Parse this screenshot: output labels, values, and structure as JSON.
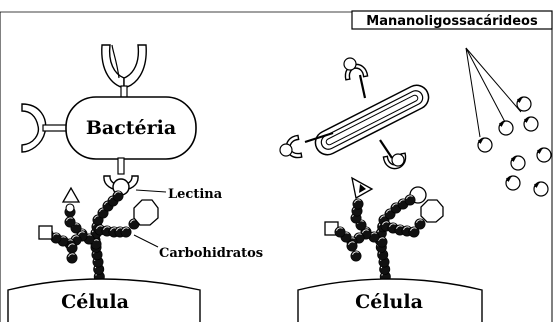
{
  "title": "Mananoligossacárideos",
  "labels": {
    "bacteria": "Bactéria",
    "lectin": "Lectina",
    "carbohydrates": "Carbohidratos",
    "cell_left": "Célula",
    "cell_right": "Célula"
  },
  "colors": {
    "ink": "#000000",
    "paper": "#ffffff"
  }
}
